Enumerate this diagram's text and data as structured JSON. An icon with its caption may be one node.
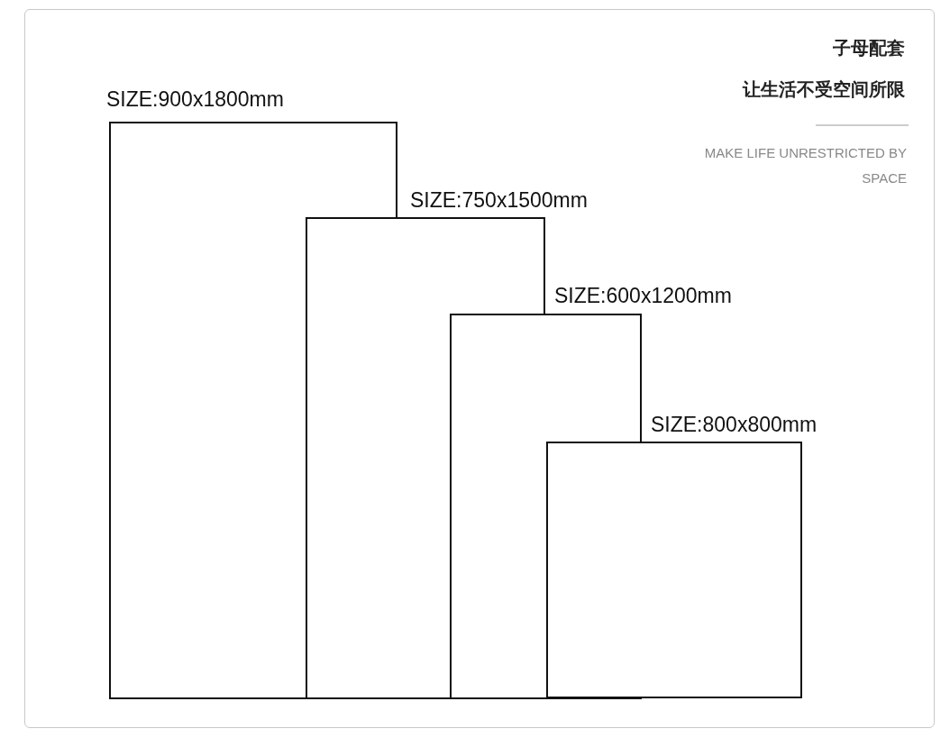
{
  "diagram": {
    "nodes": [
      {
        "text": [
          "SIZE:900x1800mm"
        ]
      },
      {
        "text": [
          "SIZE:750x1500mm"
        ]
      },
      {
        "text": [
          "SIZE:600x1200mm"
        ]
      },
      {
        "text": [
          "SIZE:800x800mm"
        ]
      }
    ],
    "labels": [
      "子母配套",
      "让生活不受空间所限",
      "MAKE LIFE UNRESTRICTED BY SPACE"
    ]
  }
}
